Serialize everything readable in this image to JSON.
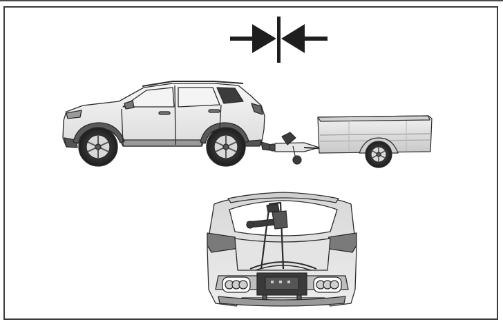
{
  "figure": {
    "kind": "manual-illustration",
    "icons": [
      "compress-arrows-icon",
      "suv-side-view",
      "towed-trailer",
      "suv-rear-view-with-bike-carrier"
    ],
    "colors": {
      "line": "#2a2a2a",
      "body_fill": "#ededed",
      "body_shade": "#c9c9c9",
      "dark": "#3a3a3a",
      "frame": "#3a3a3a"
    }
  }
}
